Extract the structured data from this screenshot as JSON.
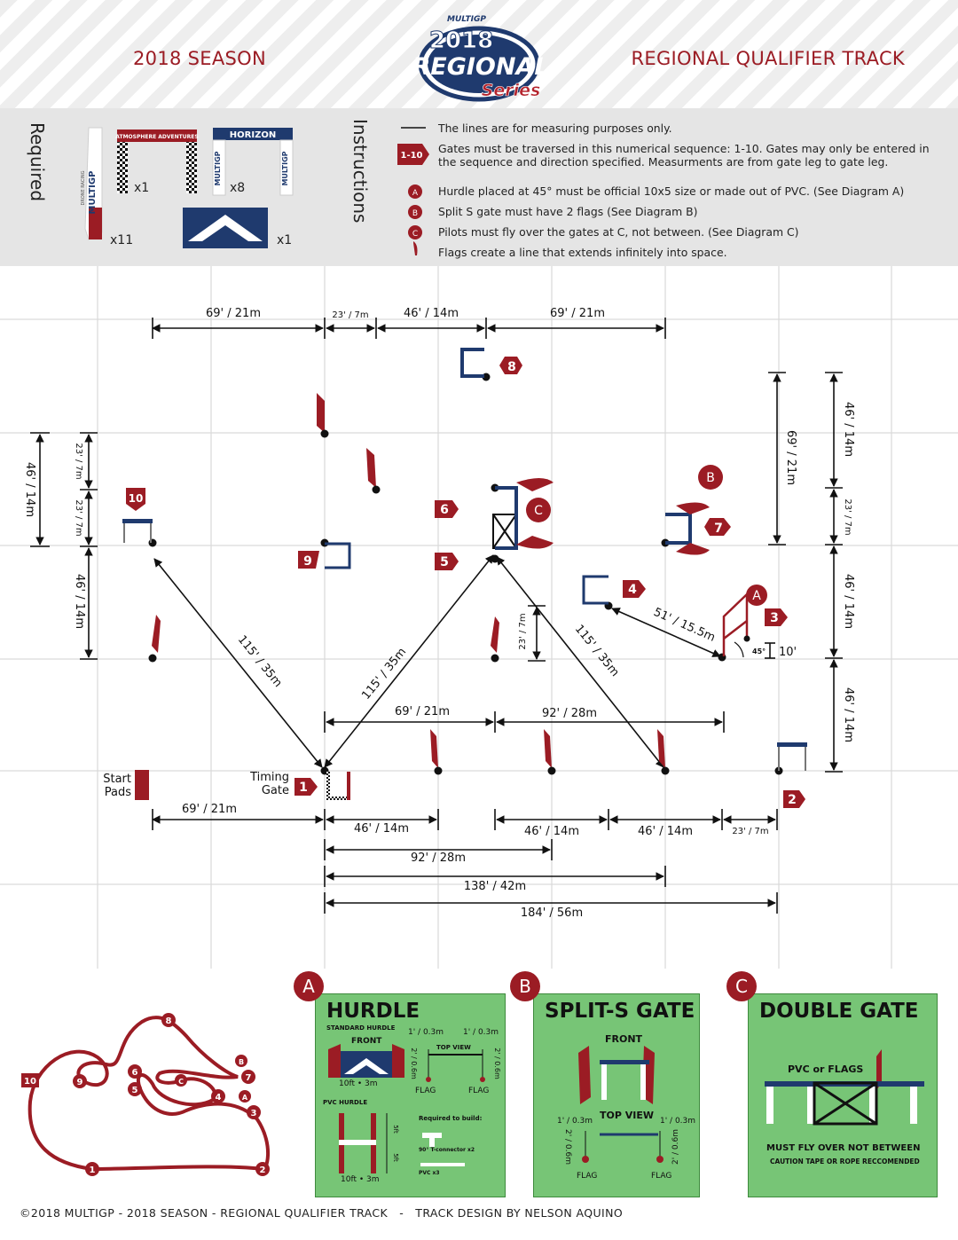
{
  "header": {
    "season": "2018 SEASON",
    "track_title": "REGIONAL QUALIFIER TRACK",
    "logo": {
      "brand": "MULTIGP",
      "year": "2018",
      "word": "REGIONAL",
      "sub": "Series"
    }
  },
  "required": {
    "label": "Required",
    "items": [
      {
        "name": "tall-flag",
        "qty": "x11"
      },
      {
        "name": "atmosphere-adventures-gate",
        "banner": "ATMOSPHERE ADVENTURES",
        "qty": "x1"
      },
      {
        "name": "horizon-hobby-gate",
        "banner": "HORIZON",
        "qty": "x8"
      },
      {
        "name": "hurdle-banner",
        "qty": "x1"
      }
    ]
  },
  "instructions": {
    "label": "Instructions",
    "sequence_badge": "1-10",
    "lines": [
      "The lines are for measuring purposes only.",
      "Gates must be traversed in this numerical sequence: 1-10. Gates may only be entered in the sequence and direction specified. Measurments are from gate leg to gate leg.",
      "Hurdle placed at 45° must be official 10x5 size or made out of PVC. (See Diagram A)",
      "Split S gate must have 2 flags (See Diagram B)",
      "Pilots must fly over the gates at C, not between. (See Diagram C)",
      "Flags create a line that extends infinitely into space."
    ],
    "markers": [
      "A",
      "B",
      "C"
    ]
  },
  "track": {
    "gate_numbers": [
      "1",
      "2",
      "3",
      "4",
      "5",
      "6",
      "7",
      "8",
      "9",
      "10"
    ],
    "letters": [
      "A",
      "B",
      "C"
    ],
    "start_pads": "Start\nPads",
    "timing_gate": "Timing\nGate",
    "angle_label": "45°",
    "height_label": "10'",
    "measures": {
      "top_69a": "69' / 21m",
      "top_23": "23' / 7m",
      "top_46": "46' / 14m",
      "top_69b": "69' / 21m",
      "left_46": "46' / 14m",
      "left_23a": "23' / 7m",
      "left_23b": "23' / 7m",
      "left_46b": "46' / 14m",
      "right_69": "69' / 21m",
      "right_46a": "46' / 14m",
      "right_23": "23' / 7m",
      "right_46b": "46' / 14m",
      "right_46c": "46' / 14m",
      "mid_23": "23' / 7m",
      "diag_115a": "115' / 35m",
      "diag_115b": "115' / 35m",
      "diag_115c": "115' / 35m",
      "diag_51": "51' / 15.5m",
      "row_69": "69' / 21m",
      "row_92": "92' / 28m",
      "bot_69": "69' / 21m",
      "bot_46a": "46' / 14m",
      "bot_46b": "46' / 14m",
      "bot_46c": "46' / 14m",
      "bot_23": "23' / 7m",
      "bot_92": "92' / 28m",
      "bot_138": "138' / 42m",
      "bot_184": "184' / 56m"
    }
  },
  "diagrams": {
    "hurdle": {
      "badge": "A",
      "title": "HURDLE",
      "standard": "STANDARD HURDLE",
      "front": "FRONT",
      "top_view": "TOP VIEW",
      "dim_1a": "1' / 0.3m",
      "dim_1b": "1' / 0.3m",
      "dim_2a": "2' / 0.6m",
      "dim_2b": "2' / 0.6m",
      "flag_a": "FLAG",
      "flag_b": "FLAG",
      "size_a": "10ft • 3m",
      "pvc": "PVC HURDLE",
      "five_a": "5ft",
      "five_b": "5ft",
      "size_b": "10ft • 3m",
      "required": "Required to build:",
      "connector": "90° T-connector x2",
      "pvc_count": "PVC x3"
    },
    "splits": {
      "badge": "B",
      "title": "SPLIT-S GATE",
      "front": "FRONT",
      "top_view": "TOP VIEW",
      "dim_1a": "1' / 0.3m",
      "dim_1b": "1' / 0.3m",
      "dim_2a": "2' / 0.6m",
      "dim_2b": "2' / 0.6m",
      "flag_a": "FLAG",
      "flag_b": "FLAG"
    },
    "double": {
      "badge": "C",
      "title": "DOUBLE GATE",
      "pvc_flags": "PVC or FLAGS",
      "rule": "MUST FLY OVER NOT BETWEEN",
      "note": "CAUTION TAPE OR ROPE RECCOMENDED"
    }
  },
  "mini_map": {
    "nodes": [
      "8",
      "B",
      "6",
      "7",
      "10",
      "9",
      "5",
      "C",
      "4",
      "A",
      "3",
      "1",
      "2"
    ]
  },
  "footer": "©2018 MULTIGP - 2018 SEASON - REGIONAL QUALIFIER TRACK   -   TRACK DESIGN BY NELSON AQUINO",
  "colors": {
    "brand_red": "#9b1c24",
    "navy": "#1f3a6e",
    "panel_green": "#77c576"
  }
}
